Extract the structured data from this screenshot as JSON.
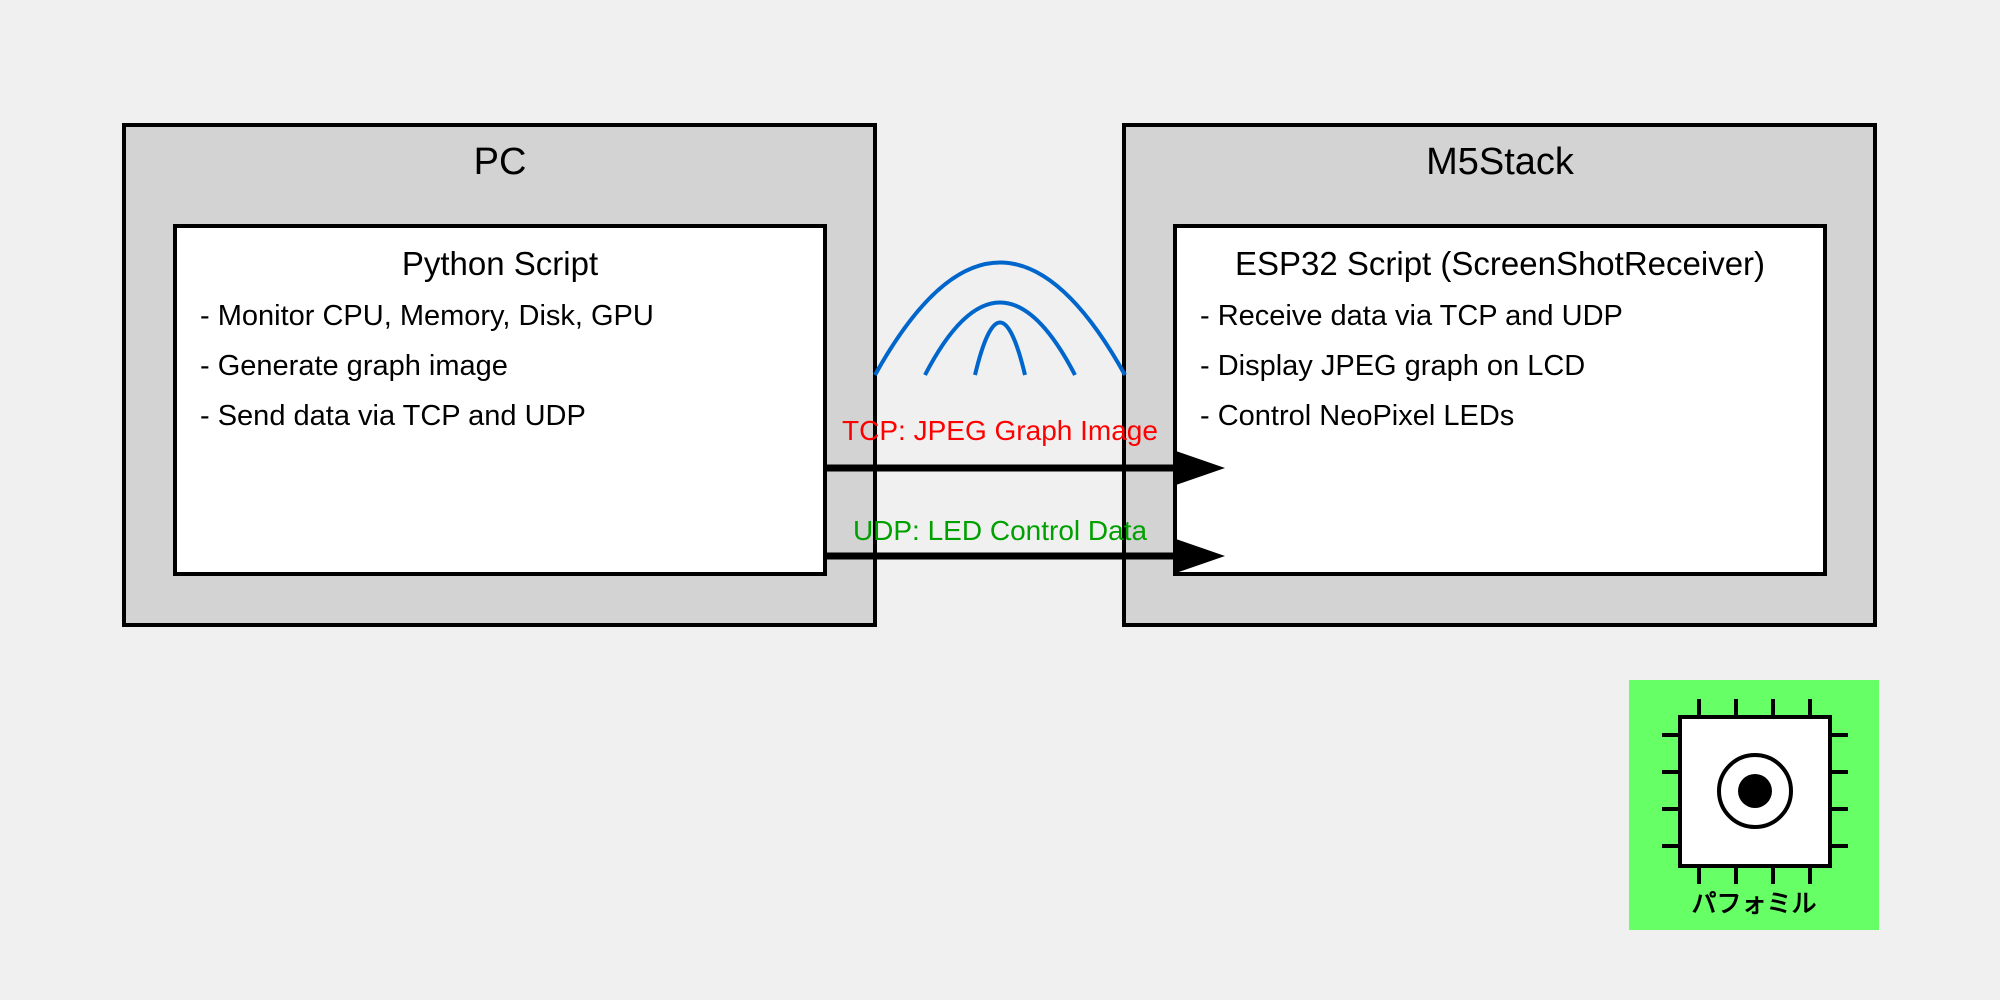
{
  "pc": {
    "title": "PC",
    "script": {
      "title": "Python Script",
      "items": [
        "- Monitor CPU, Memory, Disk, GPU",
        "- Generate graph image",
        "- Send data via TCP and UDP"
      ]
    }
  },
  "m5stack": {
    "title": "M5Stack",
    "script": {
      "title": "ESP32 Script (ScreenShotReceiver)",
      "items": [
        "- Receive data via TCP and UDP",
        "- Display JPEG graph on LCD",
        "- Control NeoPixel LEDs"
      ]
    }
  },
  "connections": {
    "tcp": {
      "label": "TCP: JPEG Graph Image",
      "color": "#ff0000"
    },
    "udp": {
      "label": "UDP: LED Control Data",
      "color": "#00a000"
    }
  },
  "wifi": {
    "icon": "wifi-signal-icon",
    "color": "#0066cc"
  },
  "logo": {
    "label": "パフォミル",
    "icon": "chip-icon",
    "background": "#66ff66"
  },
  "colors": {
    "background": "#f0f0f0",
    "outer_box": "#d3d3d3",
    "inner_box": "#ffffff",
    "stroke": "#000000"
  }
}
